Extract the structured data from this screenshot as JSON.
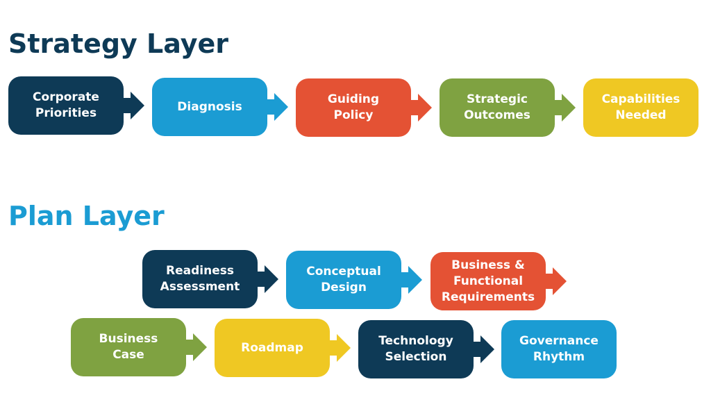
{
  "colors": {
    "navy": "#0e3a56",
    "blue": "#1b9cd3",
    "red": "#e45234",
    "green": "#7fa241",
    "yellow": "#efc823",
    "text_on_box": "#ffffff",
    "background": "#ffffff"
  },
  "strategy_layer": {
    "title": "Strategy Layer",
    "steps": [
      {
        "lines": [
          "Corporate",
          "Priorities"
        ],
        "color": "#0e3a56",
        "has_arrow": true
      },
      {
        "lines": [
          "Diagnosis"
        ],
        "color": "#1b9cd3",
        "has_arrow": true
      },
      {
        "lines": [
          "Guiding",
          "Policy"
        ],
        "color": "#e45234",
        "has_arrow": true
      },
      {
        "lines": [
          "Strategic",
          "Outcomes"
        ],
        "color": "#7fa241",
        "has_arrow": true
      },
      {
        "lines": [
          "Capabilities",
          "Needed"
        ],
        "color": "#efc823",
        "has_arrow": false
      }
    ]
  },
  "plan_layer": {
    "title": "Plan Layer",
    "rows": [
      {
        "steps": [
          {
            "lines": [
              "Readiness",
              "Assessment"
            ],
            "color": "#0e3a56",
            "has_arrow": true
          },
          {
            "lines": [
              "Conceptual",
              "Design"
            ],
            "color": "#1b9cd3",
            "has_arrow": true
          },
          {
            "lines": [
              "Business &",
              "Functional",
              "Requirements"
            ],
            "color": "#e45234",
            "has_arrow": true
          }
        ]
      },
      {
        "steps": [
          {
            "lines": [
              "Business",
              "Case"
            ],
            "color": "#7fa241",
            "has_arrow": true
          },
          {
            "lines": [
              "Roadmap"
            ],
            "color": "#efc823",
            "has_arrow": true
          },
          {
            "lines": [
              "Technology",
              "Selection"
            ],
            "color": "#0e3a56",
            "has_arrow": true
          },
          {
            "lines": [
              "Governance",
              "Rhythm"
            ],
            "color": "#1b9cd3",
            "has_arrow": false
          }
        ]
      }
    ]
  }
}
